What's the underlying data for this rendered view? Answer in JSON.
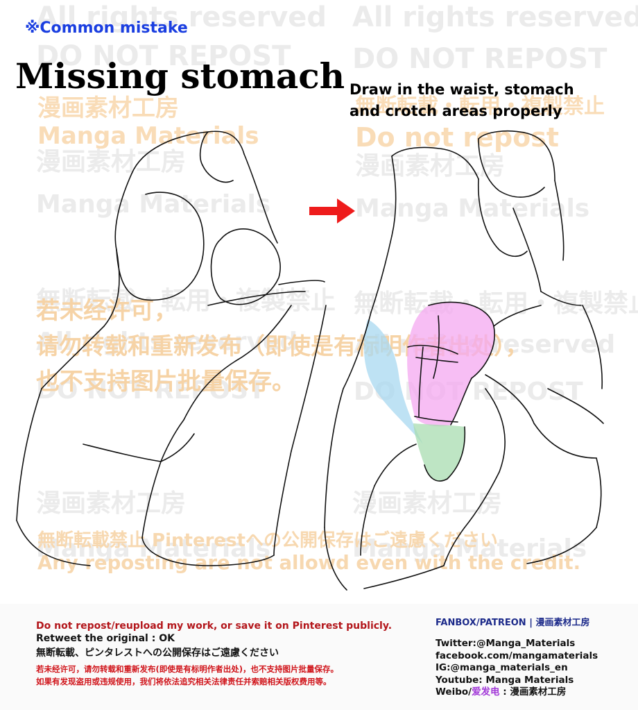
{
  "header": {
    "label": "※Common mistake",
    "title": "Missing stomach",
    "caption_line1": "Draw in the waist, stomach",
    "caption_line2": "and crotch areas properly"
  },
  "watermarks": {
    "rights": "All rights reserved",
    "no_repost": "DO NOT REPOST",
    "studio_cn": "漫画素材工房",
    "brand": "Manga Materials",
    "do_not_repost": "Do not repost",
    "jp_ban": "無断転載・転用・複製禁止",
    "cn_line1": "若未经许可，",
    "cn_line2": "请勿转载和重新发布（即使是有标明作者出处），",
    "cn_line3": "也不支持图片批量保存。",
    "pinterest_jp": "無断転載禁止 Pinterestへの公開保存はご遠慮ください",
    "credit_en": "Any reposting are not allowd even with the credit."
  },
  "footer": {
    "notice_en": "Do not repost/reupload my work, or save it on Pinterest publicly.",
    "retweet": "Retweet the original : OK",
    "notice_jp": "無断転載、ピンタレストへの公開保存はご遠慮ください",
    "notice_cn1": "若未经许可，请勿转载和重新发布(即使是有标明作者出处)，也不支持图片批量保存。",
    "notice_cn2": "如果有发现盗用或违规使用，我们将依法追究相关法律责任并索赔相关版权费用等。",
    "platforms": "FANBOX/PATREON",
    "platforms_sep": "|",
    "platforms_name": "漫画素材工房",
    "twitter": "Twitter:@Manga_Materials",
    "facebook": "facebook.com/mangamaterials",
    "instagram": "IG:@manga_materials_en",
    "youtube": "Youtube: Manga Materials",
    "weibo_prefix": "Weibo/",
    "weibo_highlight": "爱发电",
    "weibo_suffix": " : 漫画素材工房"
  },
  "colors": {
    "header_label": "#1a3ee0",
    "arrow": "#ee1c1c",
    "waist_highlight": "#a8d8f0",
    "stomach_highlight": "#f4a8f0",
    "crotch_highlight": "#a8dcb0",
    "footer_red": "#b3161b",
    "footer_blue": "#1c2a8a",
    "weibo_purple": "#a23ad8"
  },
  "icons": {
    "arrow": "red-right-arrow"
  }
}
